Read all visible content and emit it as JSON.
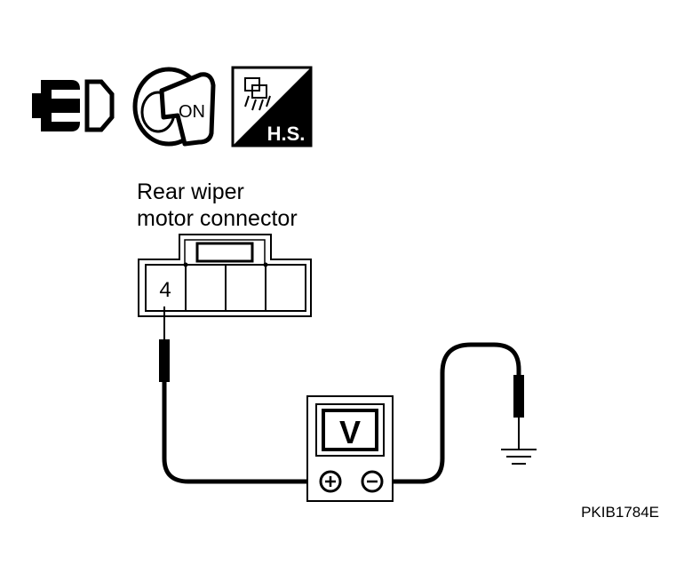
{
  "icons": {
    "connector": "connector-disconnect-icon",
    "ignition": "ignition-key-on-icon",
    "harness": "harness-side-icon"
  },
  "ignition_label": "ON",
  "harness_label": "H.S.",
  "connector": {
    "title_line1": "Rear wiper",
    "title_line2": "motor connector",
    "terminal": "4"
  },
  "meter": {
    "display": "V",
    "positive_symbol": "+",
    "negative_symbol": "−"
  },
  "ground": "ground-symbol-icon",
  "figure_code": "PKIB1784E"
}
